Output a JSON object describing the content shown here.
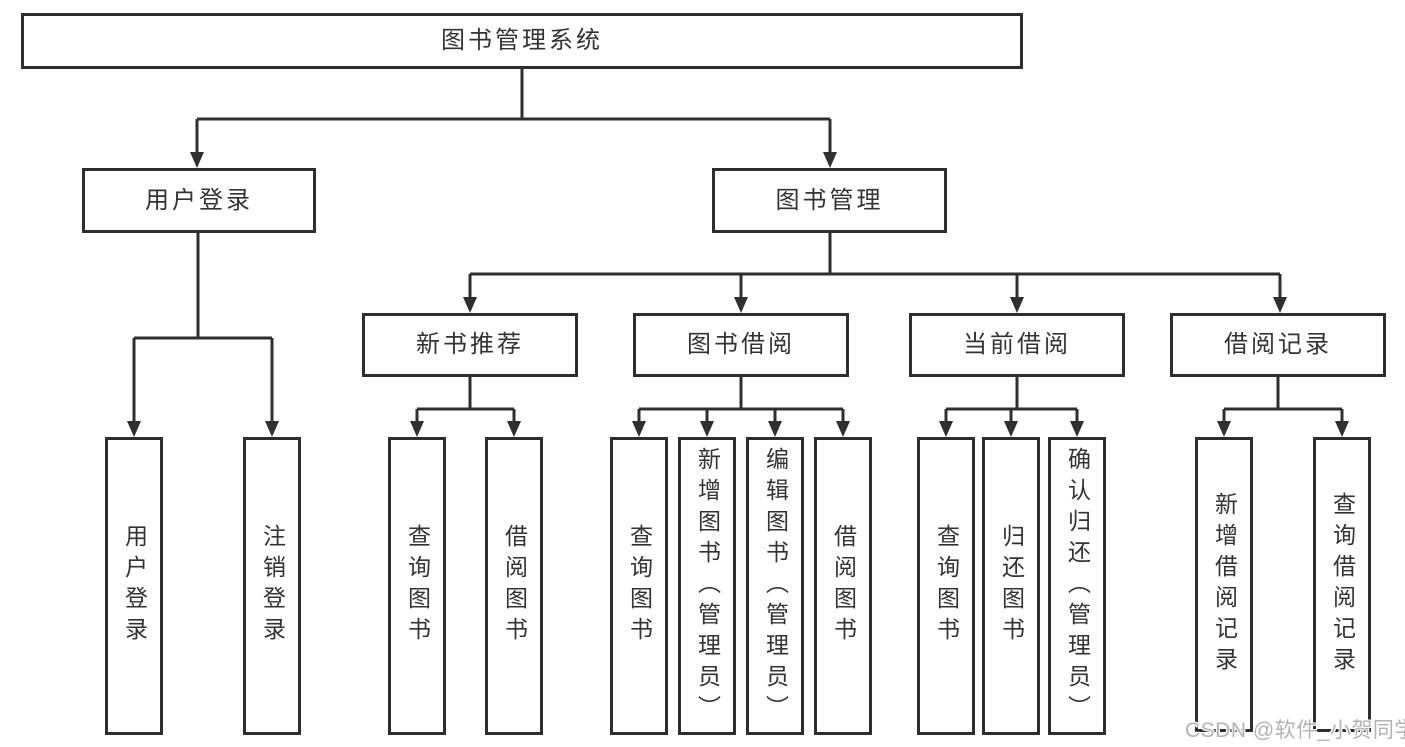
{
  "diagram": {
    "root": {
      "label": "图书管理系统"
    },
    "level2": [
      {
        "label": "用户登录"
      },
      {
        "label": "图书管理"
      }
    ],
    "level3": [
      {
        "label": "新书推荐"
      },
      {
        "label": "图书借阅"
      },
      {
        "label": "当前借阅"
      },
      {
        "label": "借阅记录"
      }
    ],
    "leaves": [
      {
        "label": "用户登录"
      },
      {
        "label": "注销登录"
      },
      {
        "label": "查询图书"
      },
      {
        "label": "借阅图书"
      },
      {
        "label": "查询图书"
      },
      {
        "label": "新增图书（管理员）"
      },
      {
        "label": "编辑图书（管理员）"
      },
      {
        "label": "借阅图书"
      },
      {
        "label": "查询图书"
      },
      {
        "label": "归还图书"
      },
      {
        "label": "确认归还（管理员）"
      },
      {
        "label": "新增借阅记录"
      },
      {
        "label": "查询借阅记录"
      }
    ],
    "edges": [
      {
        "from": "图书管理系统",
        "to": "用户登录"
      },
      {
        "from": "图书管理系统",
        "to": "图书管理"
      },
      {
        "from": "用户登录",
        "to": "用户登录"
      },
      {
        "from": "用户登录",
        "to": "注销登录"
      },
      {
        "from": "图书管理",
        "to": "新书推荐"
      },
      {
        "from": "图书管理",
        "to": "图书借阅"
      },
      {
        "from": "图书管理",
        "to": "当前借阅"
      },
      {
        "from": "图书管理",
        "to": "借阅记录"
      },
      {
        "from": "新书推荐",
        "to": "查询图书"
      },
      {
        "from": "新书推荐",
        "to": "借阅图书"
      },
      {
        "from": "图书借阅",
        "to": "查询图书"
      },
      {
        "from": "图书借阅",
        "to": "新增图书（管理员）"
      },
      {
        "from": "图书借阅",
        "to": "编辑图书（管理员）"
      },
      {
        "from": "图书借阅",
        "to": "借阅图书"
      },
      {
        "from": "当前借阅",
        "to": "查询图书"
      },
      {
        "from": "当前借阅",
        "to": "归还图书"
      },
      {
        "from": "当前借阅",
        "to": "确认归还（管理员）"
      },
      {
        "from": "借阅记录",
        "to": "新增借阅记录"
      },
      {
        "from": "借阅记录",
        "to": "查询借阅记录"
      }
    ],
    "colors": {
      "line": "#2f2f2f",
      "text": "#333333",
      "box_background": "#ffffff",
      "page_background": "#ffffff",
      "watermark": "#b3b3b3"
    }
  },
  "watermark": {
    "text": "CSDN @软件_小贺同学"
  }
}
